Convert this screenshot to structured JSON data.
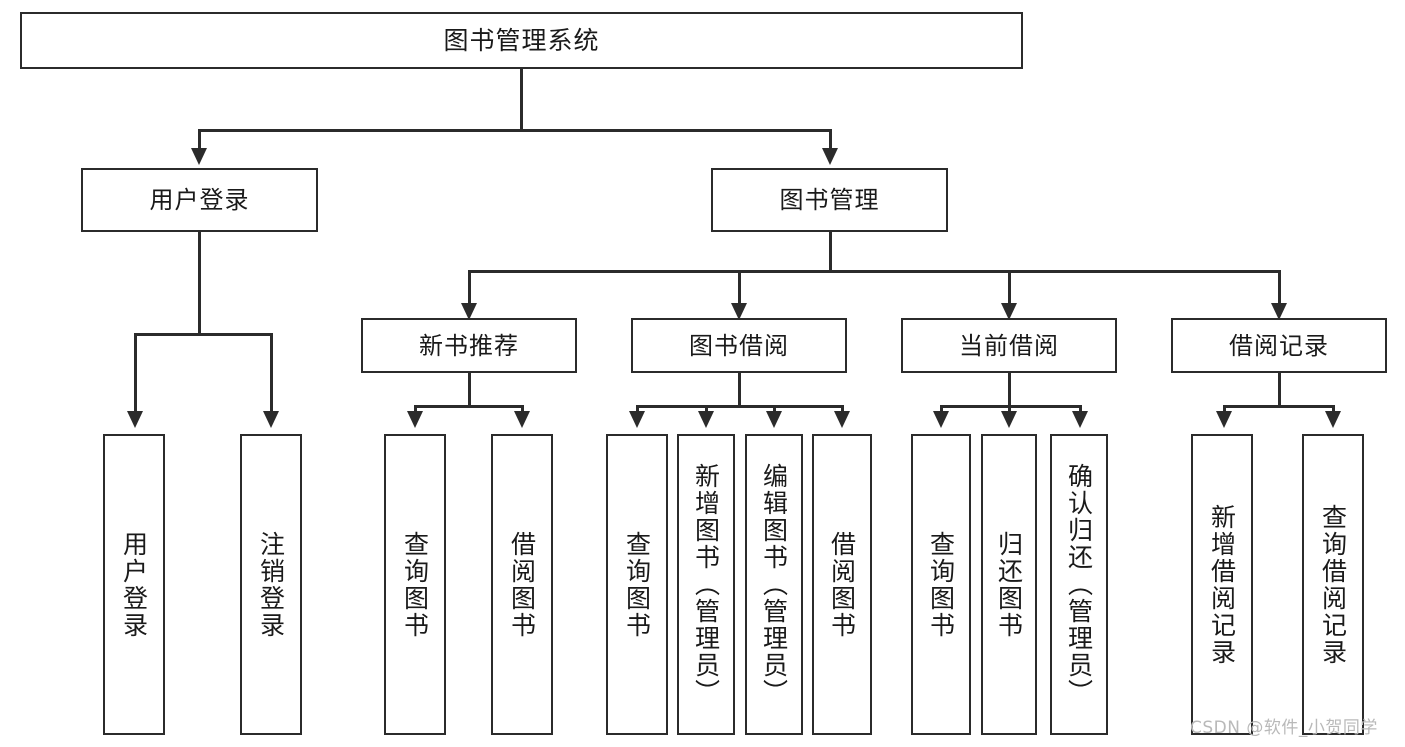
{
  "diagram": {
    "title": "图书管理系统",
    "type": "tree-hierarchy",
    "root": {
      "id": "root",
      "label": "图书管理系统"
    },
    "level2": [
      {
        "id": "user-login",
        "label": "用户登录"
      },
      {
        "id": "book-management",
        "label": "图书管理"
      }
    ],
    "level3": [
      {
        "id": "new-book-recommend",
        "label": "新书推荐",
        "parent": "book-management"
      },
      {
        "id": "book-borrow",
        "label": "图书借阅",
        "parent": "book-management"
      },
      {
        "id": "current-borrow",
        "label": "当前借阅",
        "parent": "book-management"
      },
      {
        "id": "borrow-record",
        "label": "借阅记录",
        "parent": "book-management"
      }
    ],
    "leaves": [
      {
        "id": "leaf-user-login",
        "label": "用户登录",
        "parent": "user-login"
      },
      {
        "id": "leaf-user-logout",
        "label": "注销登录",
        "parent": "user-login"
      },
      {
        "id": "leaf-query-book-1",
        "label": "查询图书",
        "parent": "new-book-recommend"
      },
      {
        "id": "leaf-borrow-book-1",
        "label": "借阅图书",
        "parent": "new-book-recommend"
      },
      {
        "id": "leaf-query-book-2",
        "label": "查询图书",
        "parent": "book-borrow"
      },
      {
        "id": "leaf-add-book",
        "label": "新增图书（管理员）",
        "parent": "book-borrow"
      },
      {
        "id": "leaf-edit-book",
        "label": "编辑图书（管理员）",
        "parent": "book-borrow"
      },
      {
        "id": "leaf-borrow-book-2",
        "label": "借阅图书",
        "parent": "book-borrow"
      },
      {
        "id": "leaf-query-book-3",
        "label": "查询图书",
        "parent": "current-borrow"
      },
      {
        "id": "leaf-return-book",
        "label": "归还图书",
        "parent": "current-borrow"
      },
      {
        "id": "leaf-confirm-return",
        "label": "确认归还（管理员）",
        "parent": "current-borrow"
      },
      {
        "id": "leaf-add-record",
        "label": "新增借阅记录",
        "parent": "borrow-record"
      },
      {
        "id": "leaf-query-record",
        "label": "查询借阅记录",
        "parent": "borrow-record"
      }
    ],
    "colors": {
      "border": "#2b2b2b",
      "background": "#ffffff",
      "text": "#1a1a1a",
      "watermark": "#b9b9b9"
    }
  },
  "watermark": {
    "text": "CSDN @软件_小贺同学"
  }
}
